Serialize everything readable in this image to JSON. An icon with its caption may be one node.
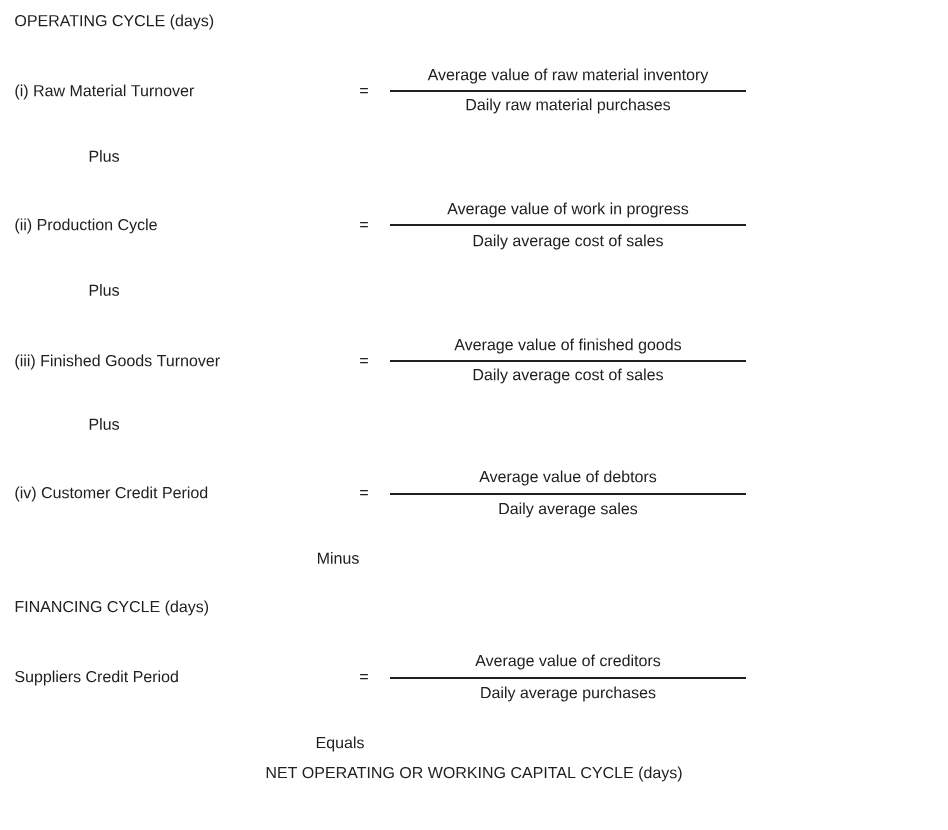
{
  "diagram": {
    "labels": [
      "OPERATING CYCLE (days)",
      "(i) Raw Material Turnover",
      "=",
      "Average value of raw material inventory",
      "Daily raw material purchases",
      "Plus",
      "(ii) Production Cycle",
      "=",
      "Average value of work in progress",
      "Daily average cost of sales",
      "Plus",
      "(iii) Finished Goods Turnover",
      "=",
      "Average value of finished goods",
      "Daily average cost of sales",
      "Plus",
      "(iv) Customer Credit Period",
      "=",
      "Average value of debtors",
      "Daily average sales",
      "Minus",
      "FINANCING CYCLE (days)",
      "Suppliers Credit Period",
      "=",
      "Average value of creditors",
      "Daily average purchases",
      "Equals",
      "NET OPERATING OR WORKING CAPITAL CYCLE (days)"
    ]
  }
}
